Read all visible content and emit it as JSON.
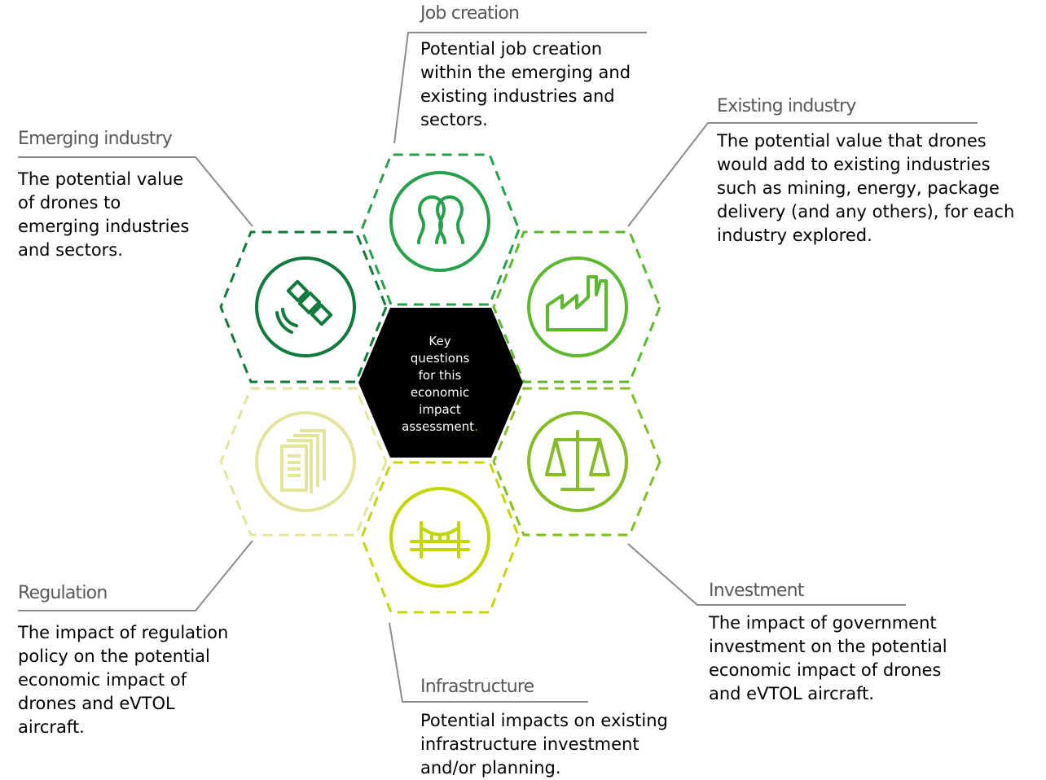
{
  "center": {
    "lines": [
      "Key",
      "questions",
      "for this",
      "economic",
      "impact",
      "assessment"
    ],
    "dot": "."
  },
  "sections": {
    "job_creation": {
      "title": "Job creation",
      "lines": [
        "Potential job creation",
        "within the emerging and",
        "existing industries and",
        "sectors."
      ],
      "color": "#26a04b",
      "icon": "people-icon"
    },
    "existing_industry": {
      "title": "Existing industry",
      "lines": [
        "The potential value that drones",
        "would add to existing industries",
        "such as mining, energy, package",
        "delivery (and any others), for each",
        "industry explored."
      ],
      "color": "#5cb82e",
      "icon": "factory-icon"
    },
    "emerging_industry": {
      "title": "Emerging industry",
      "lines": [
        "The potential value",
        "of drones to",
        "emerging industries",
        "and sectors."
      ],
      "color": "#0f7a3b",
      "icon": "satellite-icon"
    },
    "regulation": {
      "title": "Regulation",
      "lines": [
        "The impact of regulation",
        "policy on the potential",
        "economic impact of",
        "drones and eVTOL",
        "aircraft."
      ],
      "color": "#e2e59a",
      "icon": "documents-icon"
    },
    "investment": {
      "title": "Investment",
      "lines": [
        "The impact of government",
        "investment on the potential",
        "economic impact of drones",
        "and eVTOL aircraft."
      ],
      "color": "#86bc25",
      "icon": "scales-icon"
    },
    "infrastructure": {
      "title": "Infrastructure",
      "lines": [
        "Potential impacts on existing",
        "infrastructure investment",
        "and/or planning."
      ],
      "color": "#c4d600",
      "icon": "bridge-icon"
    }
  },
  "colors": {
    "center_fill": "#000000",
    "connector": "#8c8c8c",
    "title_text": "#58595b",
    "accent_dot": "#86bc25"
  }
}
